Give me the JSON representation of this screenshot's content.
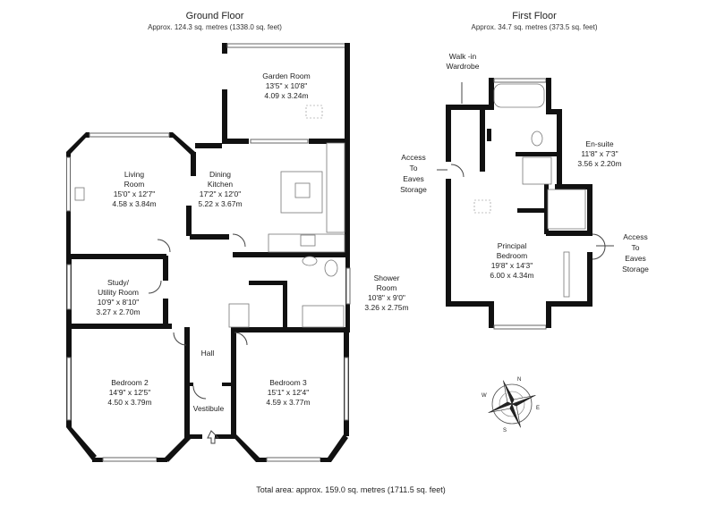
{
  "ground_floor": {
    "title": "Ground Floor",
    "area": "Approx. 124.3 sq. metres (1338.0 sq. feet)",
    "rooms": [
      {
        "name": "Garden Room",
        "imperial": "13'5\" x 10'8\"",
        "metric": "4.09 x 3.24m"
      },
      {
        "name1": "Living",
        "name2": "Room",
        "imperial": "15'0\" x 12'7\"",
        "metric": "4.58 x 3.84m"
      },
      {
        "name1": "Dining",
        "name2": "Kitchen",
        "imperial": "17'2\" x 12'0\"",
        "metric": "5.22 x 3.67m"
      },
      {
        "name1": "Study/",
        "name2": "Utility Room",
        "imperial": "10'9\" x 8'10\"",
        "metric": "3.27 x 2.70m"
      },
      {
        "name1": "Shower",
        "name2": "Room",
        "imperial": "10'8\" x 9'0\"",
        "metric": "3.26 x 2.75m"
      },
      {
        "name": "Hall"
      },
      {
        "name": "Bedroom 2",
        "imperial": "14'9\" x 12'5\"",
        "metric": "4.50 x 3.79m"
      },
      {
        "name": "Bedroom 3",
        "imperial": "15'1\" x 12'4\"",
        "metric": "4.59 x 3.77m"
      },
      {
        "name": "Vestibule"
      }
    ]
  },
  "first_floor": {
    "title": "First Floor",
    "area": "Approx. 34.7 sq. metres (373.5 sq. feet)",
    "labels": {
      "walk_in_1": "Walk -in",
      "walk_in_2": "Wardrobe",
      "ensuite_name": "En-suite",
      "ensuite_imperial": "11'8\" x 7'3\"",
      "ensuite_metric": "3.56 x 2.20m",
      "access_left_1": "Access",
      "access_left_2": "To",
      "access_left_3": "Eaves",
      "access_left_4": "Storage",
      "access_right_1": "Access",
      "access_right_2": "To",
      "access_right_3": "Eaves",
      "access_right_4": "Storage",
      "principal_1": "Principal",
      "principal_2": "Bedroom",
      "principal_imperial": "19'8\" x 14'3\"",
      "principal_metric": "6.00 x 4.34m"
    }
  },
  "total_area": "Total area: approx. 159.0 sq. metres (1711.5 sq. feet)",
  "compass_letters": {
    "n": "N",
    "e": "E",
    "s": "S",
    "w": "W"
  }
}
